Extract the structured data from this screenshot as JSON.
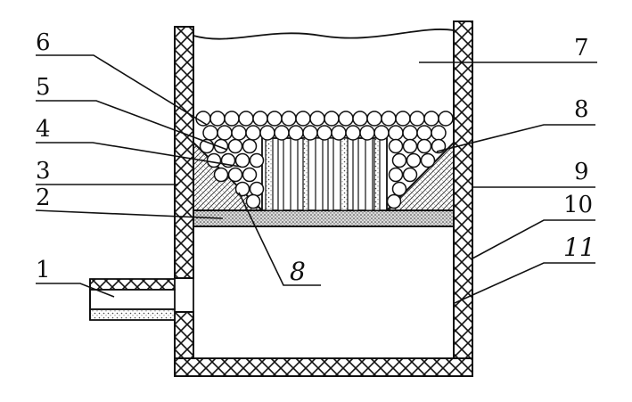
{
  "labels": {
    "l1": "1",
    "l2": "2",
    "l3": "3",
    "l4": "4",
    "l5": "5",
    "l6": "6",
    "l7": "7",
    "l8a": "8",
    "l8b": "8",
    "l9": "9",
    "l10": "10",
    "l11": "11"
  },
  "colors": {
    "ink": "#111111",
    "paper": "#ffffff",
    "porous": "#d8d8d8",
    "fill_dense": "#bcbcbc"
  }
}
